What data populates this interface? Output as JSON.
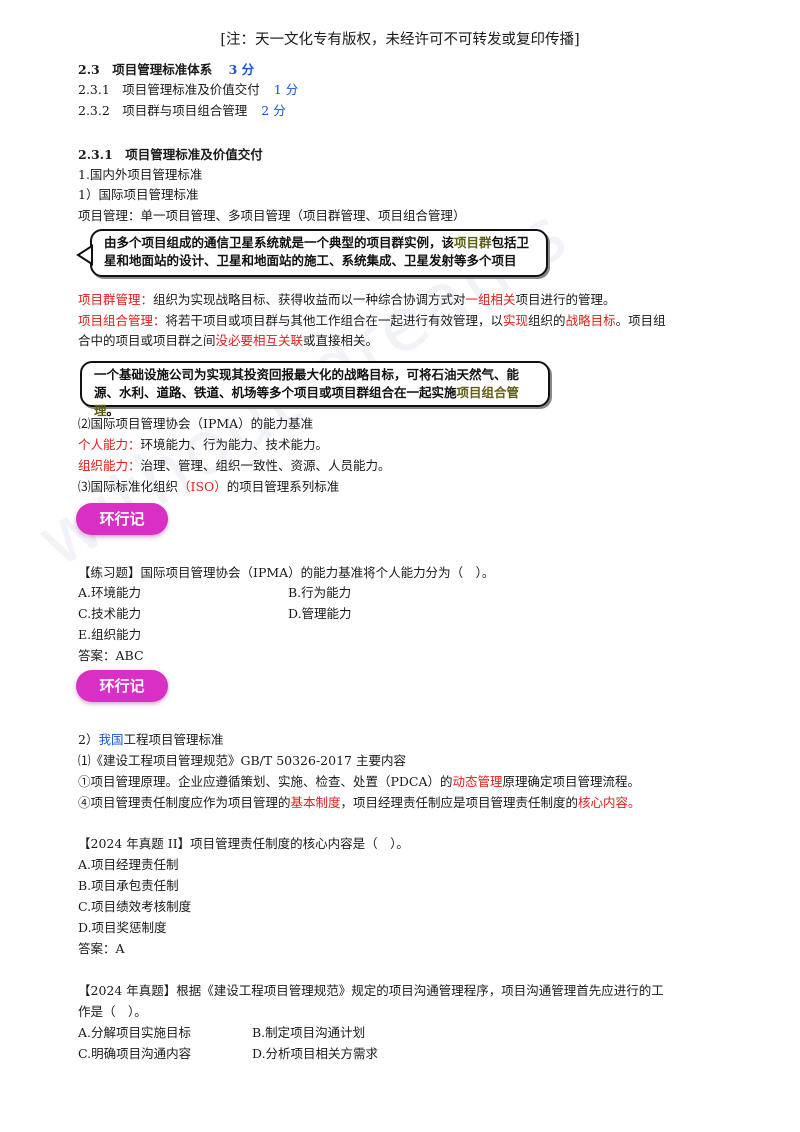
{
  "header": "[注：天一文化专有版权，未经许可不可转发或复印传播]",
  "watermark": "without dreams",
  "toc": {
    "section": "2.3　项目管理标准体系",
    "section_score": "3 分",
    "item1": "2.3.1　项目管理标准及价值交付",
    "item1_score": "1 分",
    "item2": "2.3.2　项目群与项目组合管理",
    "item2_score": "2 分"
  },
  "s231": {
    "title": "2.3.1　项目管理标准及价值交付",
    "sub1": "1.国内外项目管理标准",
    "sub1_1": "1）国际项目管理标准",
    "line_pm": "项目管理：单一项目管理、多项目管理（项目群管理、项目组合管理）",
    "callout1_a": "由多个项目组成的通信卫星系统就是一个典型的项目群实例，该",
    "callout1_hl": "项目群",
    "callout1_b": "包括卫星和地面站的设计、卫星和地面站的施工、系统集成、卫星发射等多个项目",
    "prog_label": "项目群管理：",
    "prog_text_a": "组织为实现战略目标、获得收益而以一种综合协调方式对",
    "prog_red": "一组相关",
    "prog_text_b": "项目进行的管理。",
    "port_label": "项目组合管理：",
    "port_text_a": "将若干项目或项目群与其他工作组合在一起进行有效管理，以",
    "port_red1": "实现",
    "port_text_b": "组织的",
    "port_red2": "战略目标",
    "port_text_c": "。项目组",
    "port_line2_a": "合中的项目或项目群之间",
    "port_red3": "没必要相互关联",
    "port_line2_b": "或直接相关。",
    "callout2_a": "一个基础设施公司为实现其投资回报最大化的战略目标，可将石油天然气、能源、水利、道路、铁道、机场等多个项目或项目群组合在一起实施",
    "callout2_hl": "项目组合管理",
    "callout2_b": "。",
    "ipma": "⑵国际项目管理协会（IPMA）的能力基准",
    "personal_label": "个人能力：",
    "personal_text": "环境能力、行为能力、技术能力。",
    "org_label": "组织能力：",
    "org_text": "治理、管理、组织一致性、资源、人员能力。",
    "iso_a": "⑶国际标准化组织",
    "iso_red": "（ISO）",
    "iso_b": "的项目管理系列标准"
  },
  "badge": "环行记",
  "exercise1": {
    "question": "【练习题】国际项目管理协会（IPMA）的能力基准将个人能力分为（　）。",
    "A": "A.环境能力",
    "B": "B.行为能力",
    "C": "C.技术能力",
    "D": "D.管理能力",
    "E": "E.组织能力",
    "answer": "答案：ABC"
  },
  "domestic": {
    "title_a": "2）",
    "title_blue": "我国",
    "title_b": "工程项目管理标准",
    "spec": "⑴《建设工程项目管理规范》GB/T 50326-2017 主要内容",
    "p1_a": "①项目管理原理。企业应遵循策划、实施、检查、处置（PDCA）的",
    "p1_red": "动态管理",
    "p1_b": "原理确定项目管理流程。",
    "p4_a": "④项目管理责任制度应作为项目管理的",
    "p4_red1": "基本制度",
    "p4_b": "，项目经理责任制应是项目管理责任制度的",
    "p4_red2": "核心内容。"
  },
  "exam1": {
    "question": "【2024 年真题 II】项目管理责任制度的核心内容是（　）。",
    "A": "A.项目经理责任制",
    "B": "B.项目承包责任制",
    "C": "C.项目绩效考核制度",
    "D": "D.项目奖惩制度",
    "answer": "答案：A"
  },
  "exam2": {
    "question_l1": "【2024 年真题】根据《建设工程项目管理规范》规定的项目沟通管理程序，项目沟通管理首先应进行的工",
    "question_l2": "作是（　）。",
    "A": "A.分解项目实施目标",
    "B": "B.制定项目沟通计划",
    "C": "C.明确项目沟通内容",
    "D": "D.分析项目相关方需求"
  }
}
